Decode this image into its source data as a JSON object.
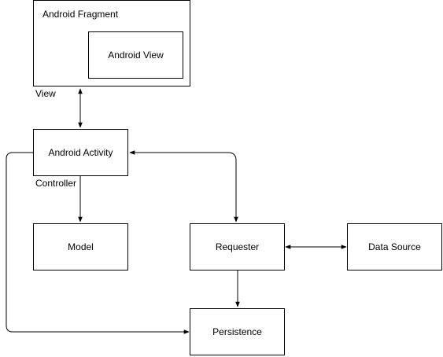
{
  "nodes": {
    "android_fragment": "Android Fragment",
    "android_view": "Android View",
    "android_activity": "Android Activity",
    "model": "Model",
    "requester": "Requester",
    "data_source": "Data Source",
    "persistence": "Persistence"
  },
  "annotations": {
    "view": "View",
    "controller": "Controller"
  },
  "edges": [
    {
      "from": "android_fragment",
      "to": "android_activity",
      "direction": "both"
    },
    {
      "from": "android_activity",
      "to": "model",
      "direction": "forward"
    },
    {
      "from": "android_activity",
      "to": "requester",
      "direction": "both"
    },
    {
      "from": "requester",
      "to": "data_source",
      "direction": "both"
    },
    {
      "from": "requester",
      "to": "persistence",
      "direction": "forward"
    },
    {
      "from": "android_activity",
      "to": "persistence",
      "direction": "forward"
    }
  ]
}
